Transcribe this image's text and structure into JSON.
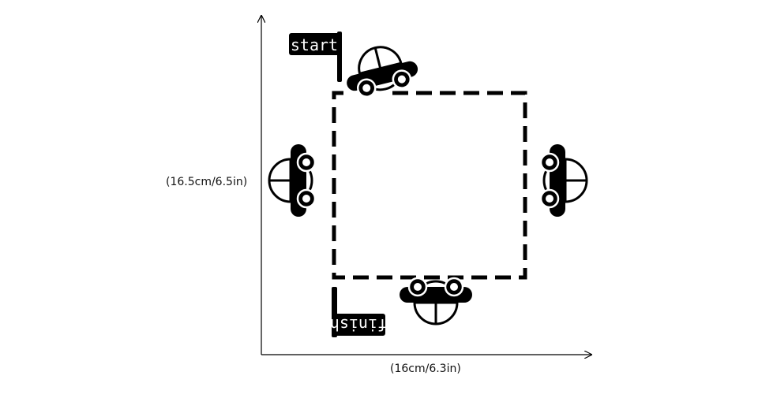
{
  "dimensions": {
    "height_label": "(16.5cm/6.5in)",
    "width_label": "(16cm/6.3in)"
  },
  "flags": {
    "start": "start",
    "finish": "finish"
  },
  "colors": {
    "ink": "#000000",
    "paper": "#ffffff"
  },
  "icons": [
    "car-icon",
    "start-flag-icon",
    "finish-flag-icon"
  ]
}
